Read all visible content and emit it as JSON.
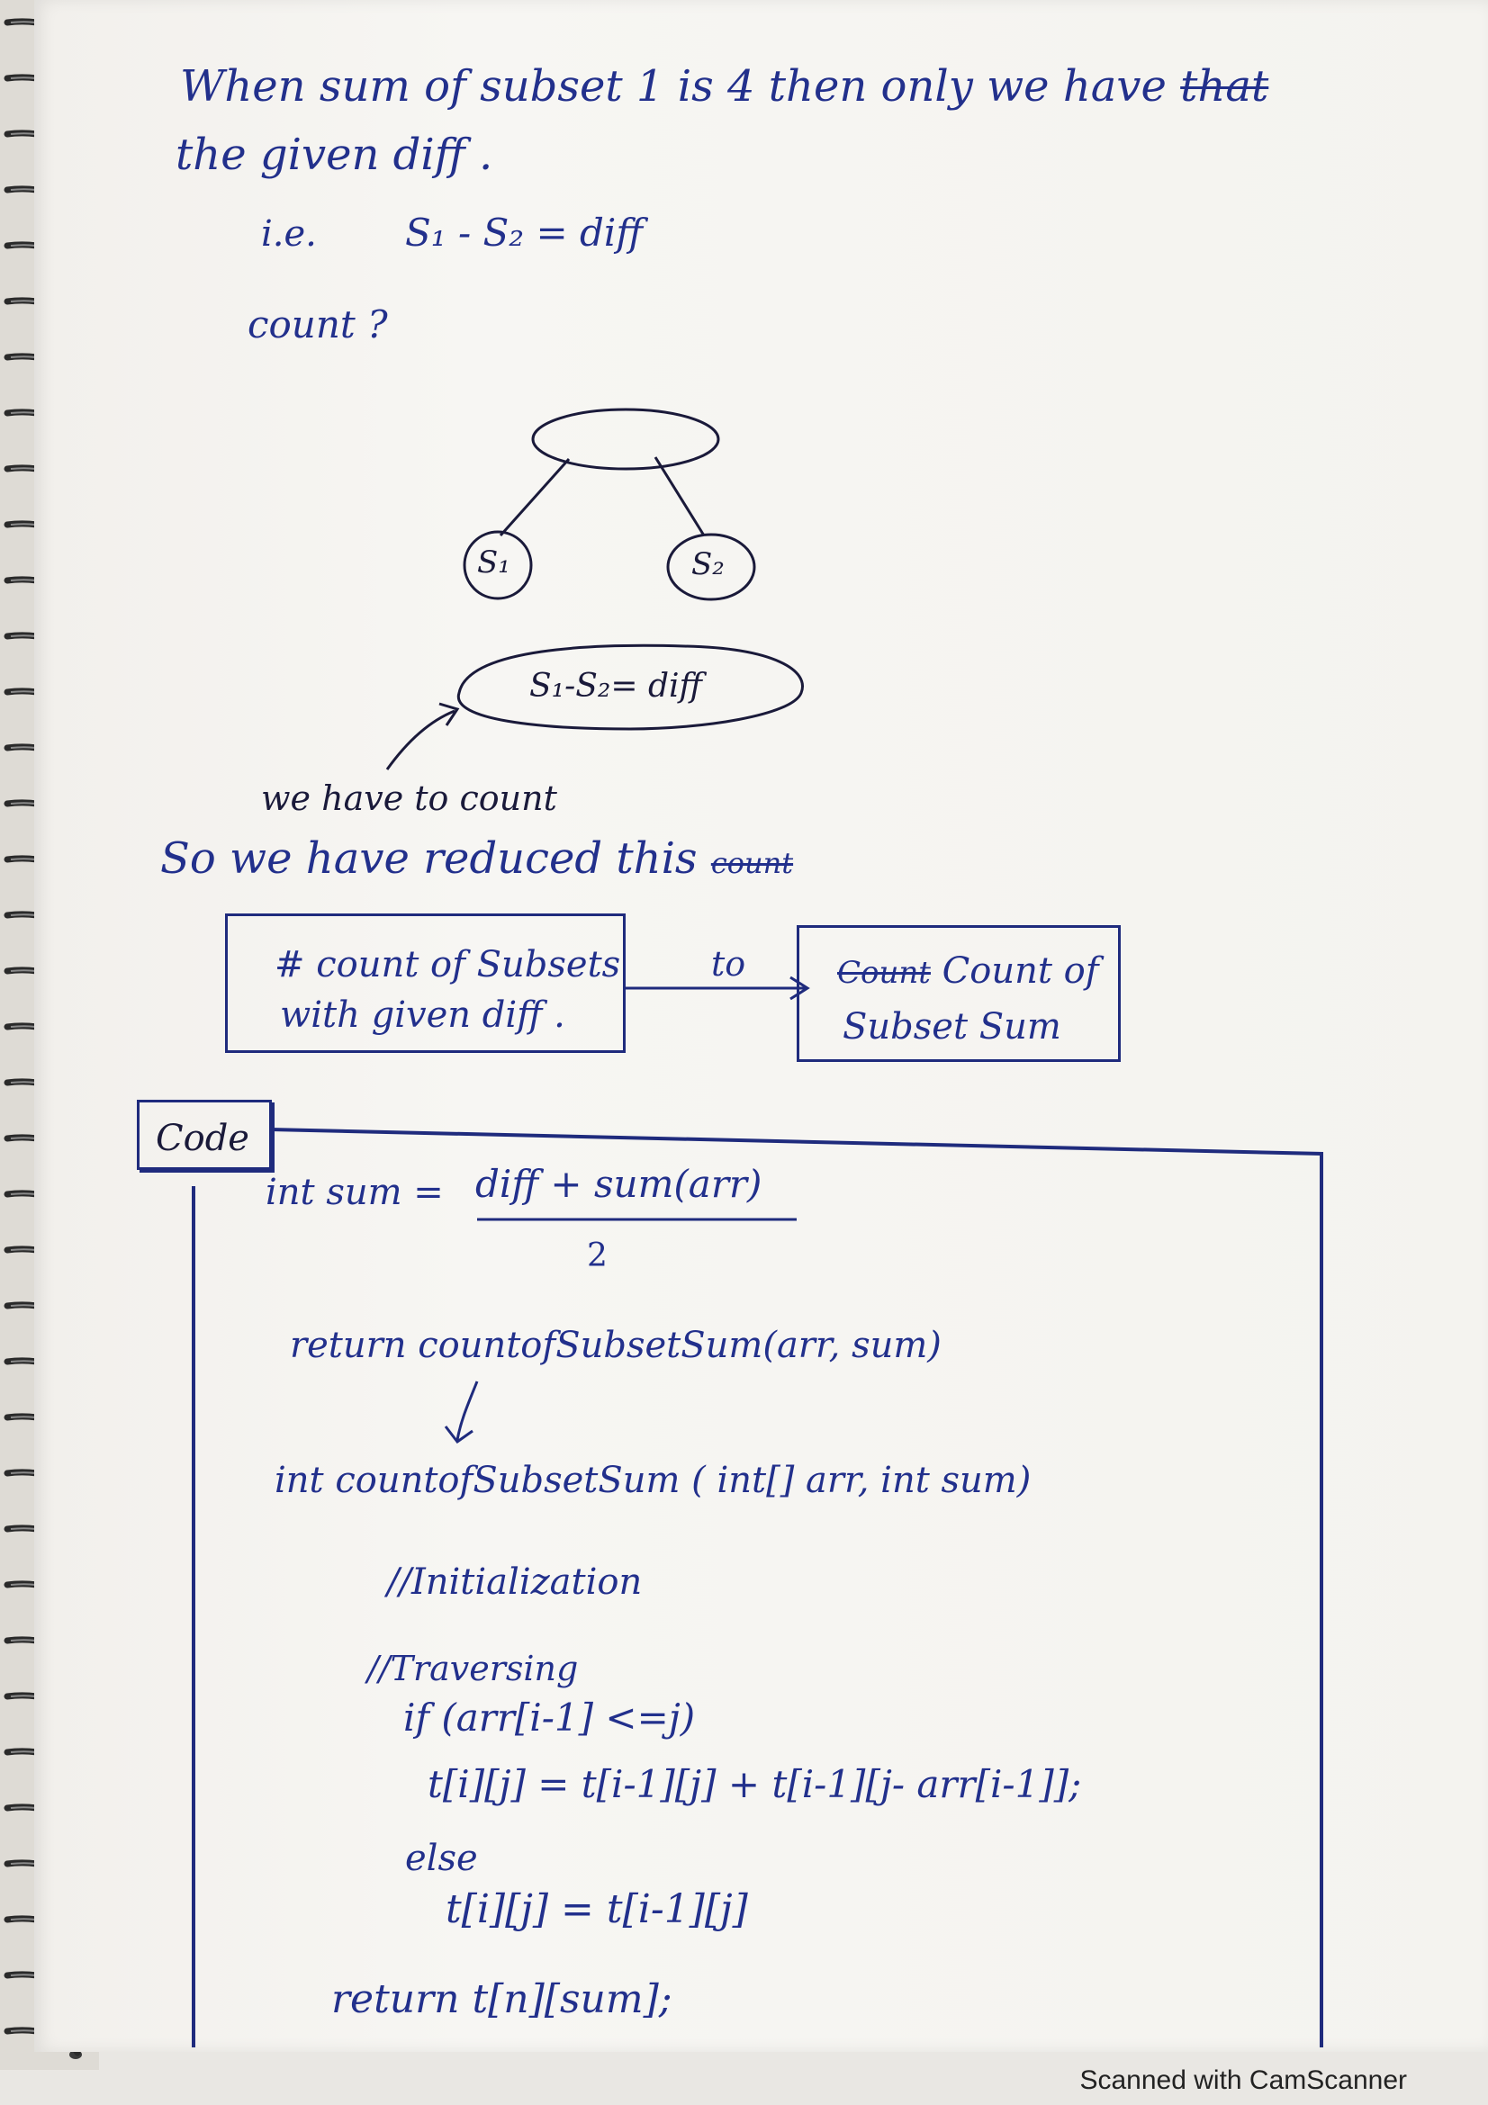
{
  "notes": {
    "line1": {
      "part1": "When sum of subset 1 is 4 then only we have",
      "struck": "that"
    },
    "line2": "the given diff .",
    "ie_label": "i.e.",
    "equation1": "S₁ - S₂ = diff",
    "count_question": "count ?",
    "tree": {
      "left_node": "S₁",
      "right_node": "S₂",
      "bottom_oval": "S₁-S₂= diff"
    },
    "arrow_label": "we have to count",
    "reduced": {
      "text": "So we have reduced this",
      "struck": "count"
    },
    "box_left": {
      "line1": "# count of Subsets",
      "line2": "with given diff ."
    },
    "to_label": "to",
    "box_right": {
      "struck": "Count",
      "line1": "Count of",
      "line2": "Subset Sum"
    }
  },
  "code_section": {
    "label": "Code",
    "sum_lhs": "int sum =",
    "sum_numerator": "diff + sum(arr)",
    "sum_denominator": "2",
    "return1": "return countofSubsetSum(arr, sum)",
    "signature": "int countofSubsetSum ( int[] arr, int sum)",
    "comment_init": "//Initialization",
    "comment_traverse": "//Traversing",
    "if_line": "if (arr[i-1] <=j)",
    "assign1": "t[i][j] = t[i-1][j] + t[i-1][j- arr[i-1]];",
    "else_line": "else",
    "assign2": "t[i][j] = t[i-1][j]",
    "return2": "return t[n][sum];"
  },
  "footer": {
    "scanner": "Scanned with CamScanner"
  },
  "colors": {
    "ink": "#22308c",
    "paper": "#f4f3ef"
  }
}
